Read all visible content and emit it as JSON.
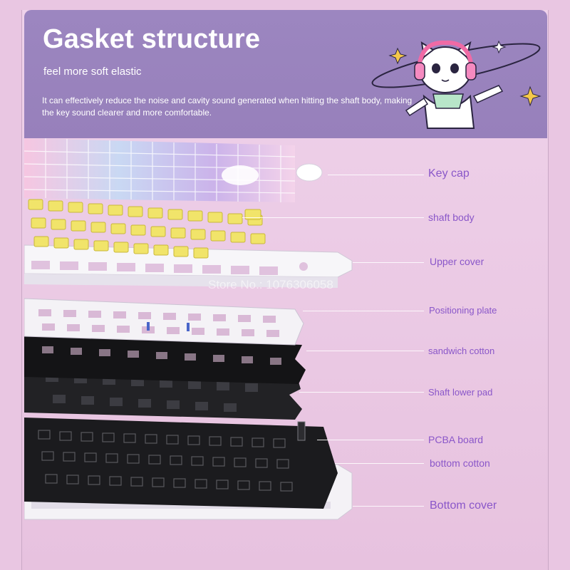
{
  "header": {
    "title": "Gasket structure",
    "subtitle": "feel more soft elastic",
    "description": "It can effectively reduce the noise and cavity sound generated when hitting the shaft body, making the key sound clearer and more comfortable."
  },
  "watermark": "Store No.: 1076306058",
  "layers": [
    {
      "label": "Key cap"
    },
    {
      "label": "shaft body"
    },
    {
      "label": "Upper cover"
    },
    {
      "label": "Positioning plate"
    },
    {
      "label": "sandwich cotton"
    },
    {
      "label": "Shaft lower pad"
    },
    {
      "label": "PCBA board"
    },
    {
      "label": "bottom cotton"
    },
    {
      "label": "Bottom cover"
    }
  ],
  "colors": {
    "header_bg": "#9780bb",
    "page_bg": "#e9c6e2",
    "label_text": "#8a57c9",
    "switch_yellow": "#f1e46a",
    "plate_white": "#f4f2f6",
    "foam_black": "#1d1d1f"
  },
  "icons": [
    "cat-mascot-icon",
    "star-icon",
    "knob-icon"
  ]
}
